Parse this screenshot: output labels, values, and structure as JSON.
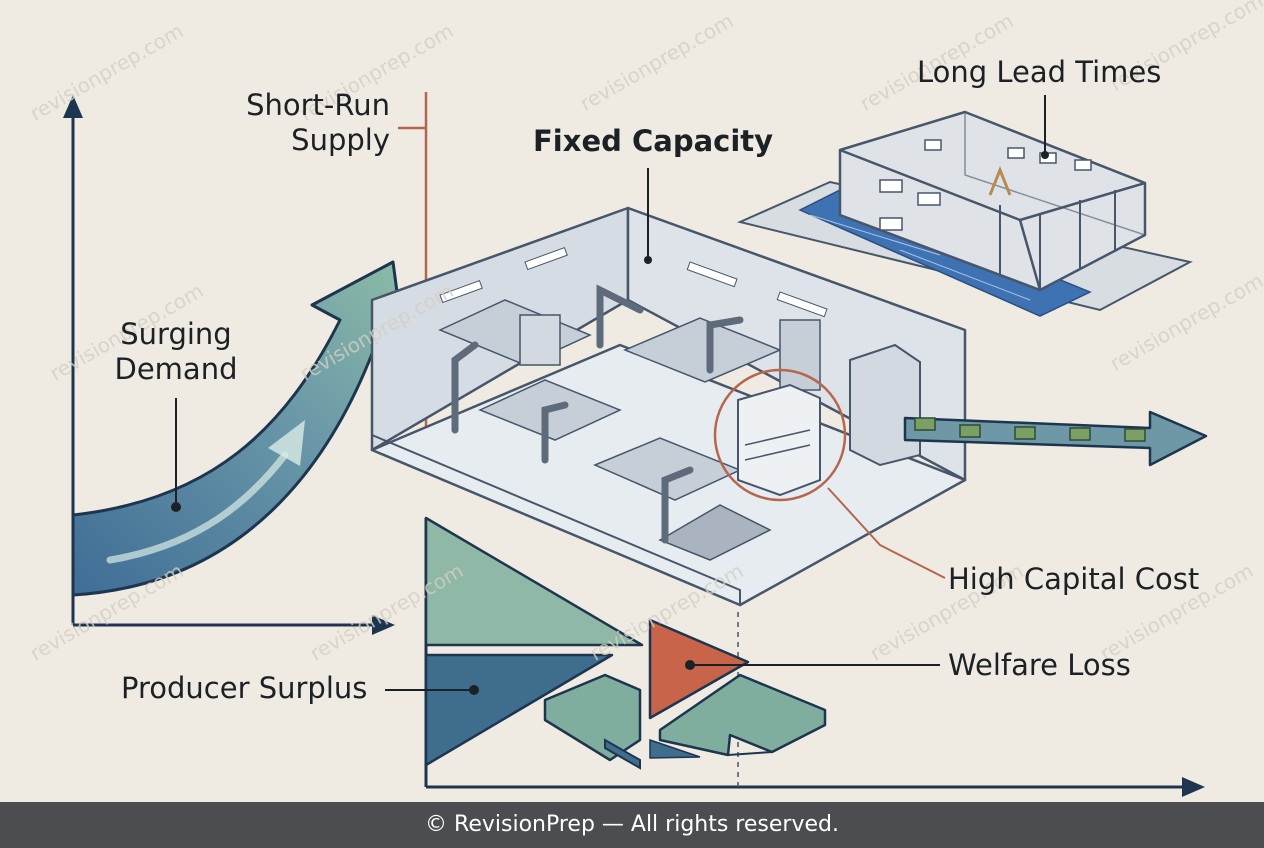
{
  "labels": {
    "short_run_supply": "Short-Run\nSupply",
    "fixed_capacity": "Fixed Capacity",
    "long_lead_times": "Long Lead Times",
    "surging_demand": "Surging\nDemand",
    "high_capital_cost": "High Capital Cost",
    "welfare_loss": "Welfare Loss",
    "producer_surplus": "Producer Surplus"
  },
  "watermark": "revisionprep.com",
  "footer": "© RevisionPrep — All rights reserved.",
  "colors": {
    "background": "#efebe2",
    "demand_arrow": "#4f7f9f",
    "surplus_green": "#8fb8a6",
    "surplus_blue": "#3f6d8e",
    "welfare_loss": "#c8644a",
    "supply_line": "#b5674e",
    "axis": "#1e3550",
    "blueprint": "#3f72b3"
  }
}
